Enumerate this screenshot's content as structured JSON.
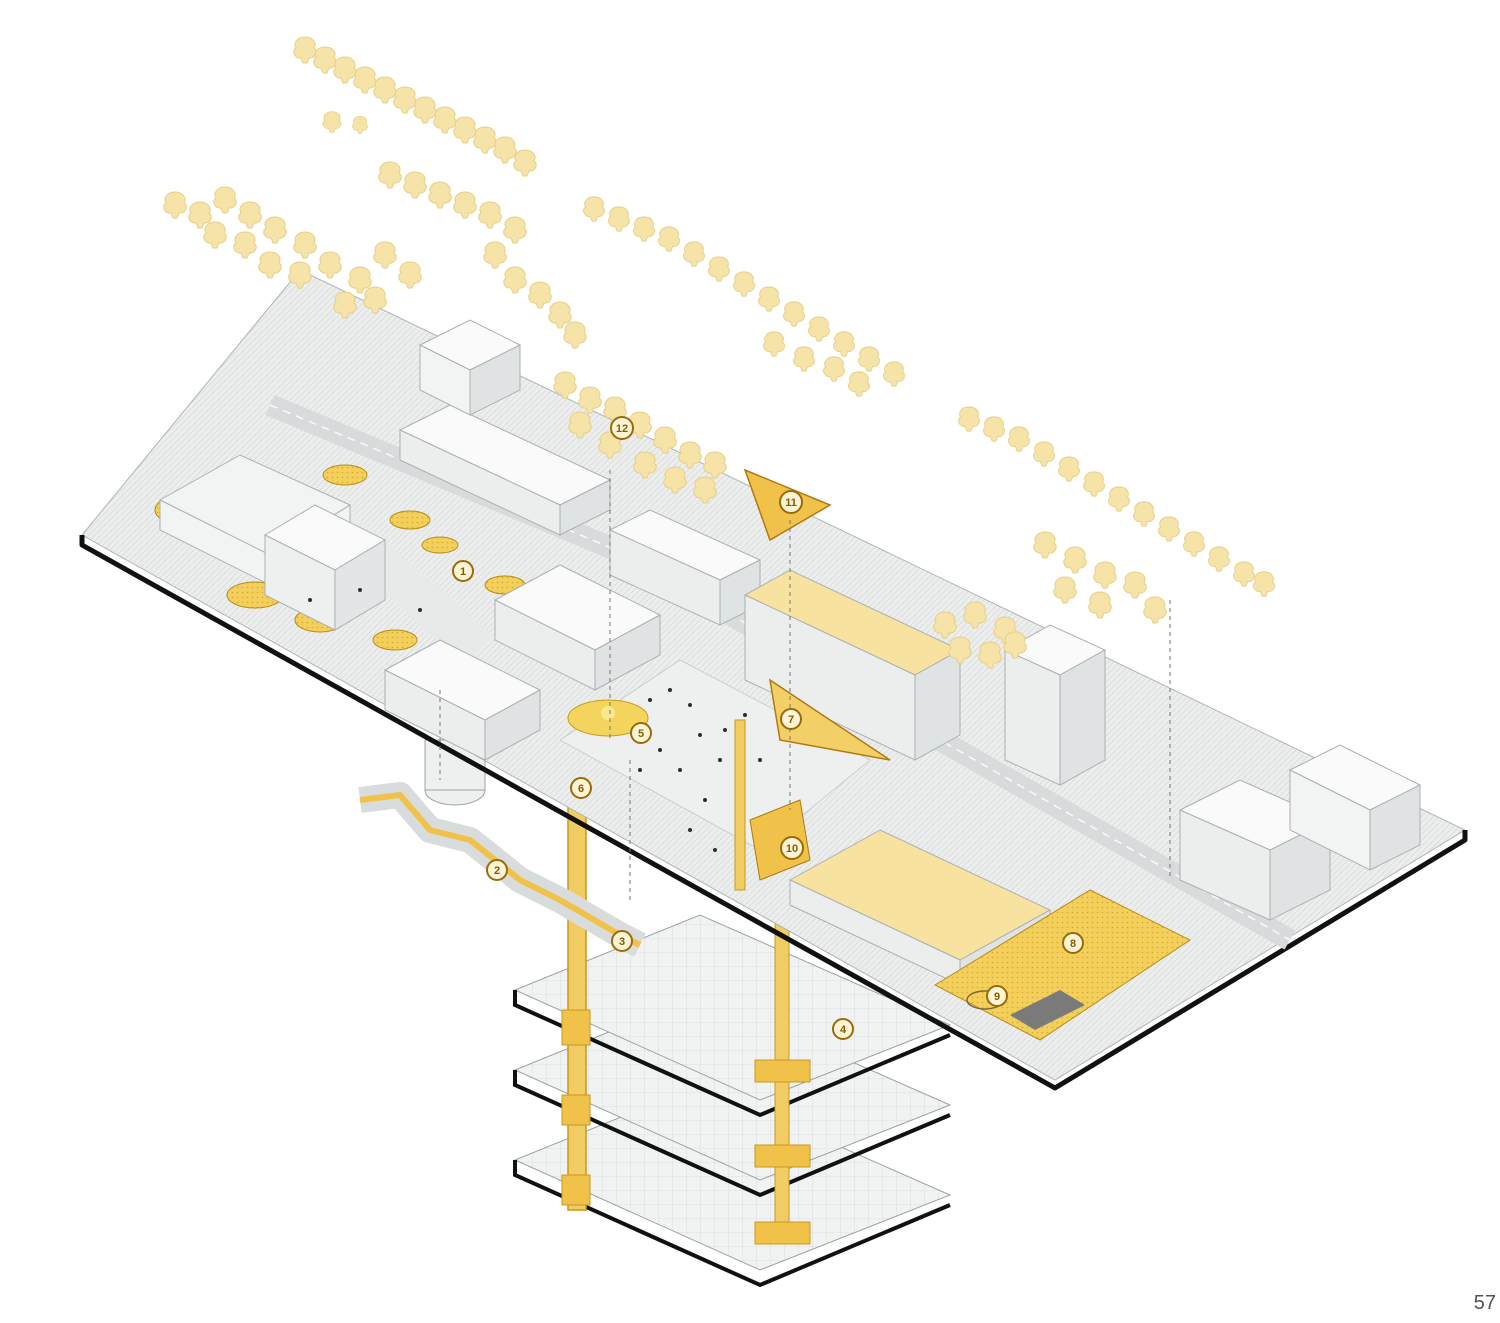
{
  "page_number": "57",
  "colors": {
    "accent": "#f2c84b",
    "accent_dark": "#b07a10",
    "tree": "#f6e3a8",
    "ground": "#e4e7e7",
    "building": "#f2f3f3",
    "slab_edge": "#111111"
  },
  "markers": [
    {
      "label": "1"
    },
    {
      "label": "2"
    },
    {
      "label": "3"
    },
    {
      "label": "4"
    },
    {
      "label": "5"
    },
    {
      "label": "6"
    },
    {
      "label": "7"
    },
    {
      "label": "8"
    },
    {
      "label": "9"
    },
    {
      "label": "10"
    },
    {
      "label": "11"
    },
    {
      "label": "12"
    }
  ]
}
